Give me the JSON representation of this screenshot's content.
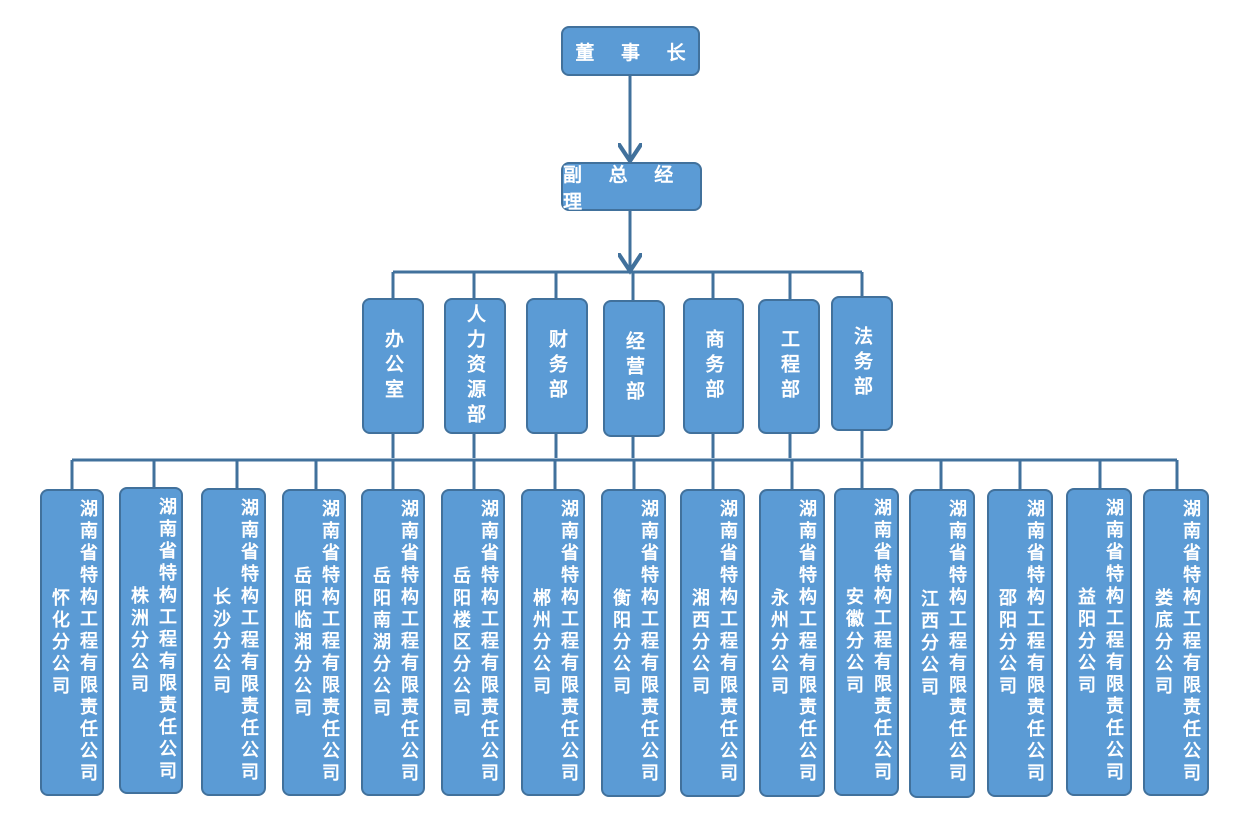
{
  "chairman": "董 事 长",
  "vice_manager": "副 总 经 理",
  "departments": [
    "办公室",
    "人力资源部",
    "财务部",
    "经营部",
    "商务部",
    "工程部",
    "法务部"
  ],
  "company_name": "湖南省特构工程有限责任公司",
  "branches": [
    "怀化分公司",
    "株洲分公司",
    "长沙分公司",
    "岳阳临湘分公司",
    "岳阳南湖分公司",
    "岳阳楼区分公司",
    "郴州分公司",
    "衡阳分公司",
    "湘西分公司",
    "永州分公司",
    "安徽分公司",
    "江西分公司",
    "邵阳分公司",
    "益阳分公司",
    "娄底分公司"
  ],
  "colors": {
    "box_fill": "#5B9BD5",
    "box_border": "#41719C",
    "line": "#41719C",
    "text": "#ffffff"
  }
}
